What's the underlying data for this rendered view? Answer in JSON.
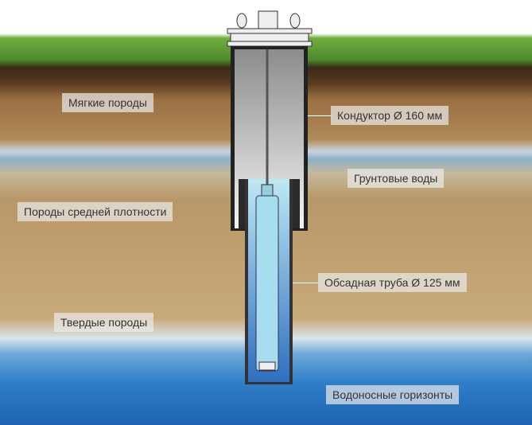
{
  "labels": {
    "soft_rock": "Мягкие породы",
    "conductor": "Кондуктор  Ø 160 мм",
    "groundwater": "Грунтовые воды",
    "medium_rock": "Породы средней плотности",
    "casing": "Обсадная труба  Ø 125 мм",
    "hard_rock": "Твердые породы",
    "aquifer": "Водоносные горизонты"
  }
}
